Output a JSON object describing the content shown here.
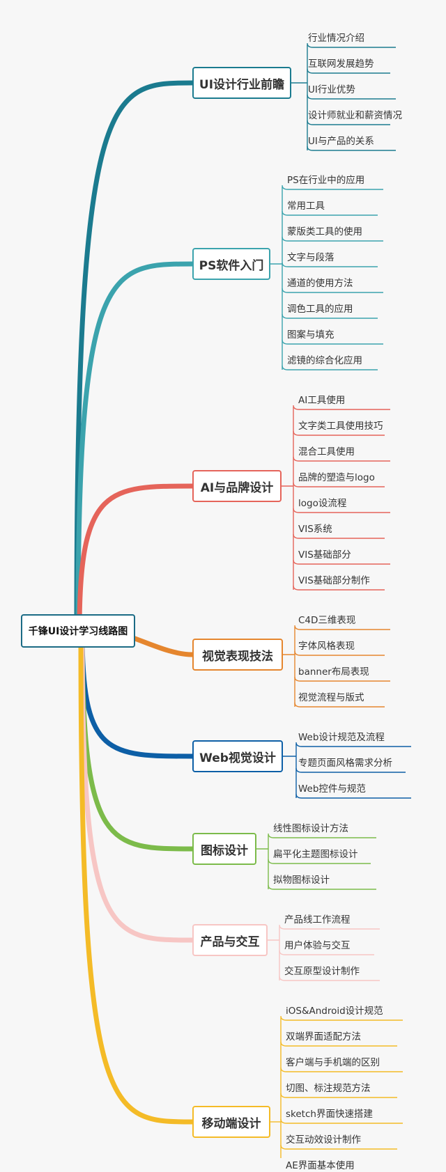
{
  "root": {
    "label": "千锋UI设计学习线路图",
    "color": "#1b6b85"
  },
  "branches": [
    {
      "label": "UI设计行业前瞻",
      "color": "#1b7b8f",
      "items": [
        "行业情况介绍",
        "互联网发展趋势",
        "UI行业优势",
        "设计师就业和薪资情况",
        "UI与产品的关系"
      ]
    },
    {
      "label": "PS软件入门",
      "color": "#3ba3ad",
      "items": [
        "PS在行业中的应用",
        "常用工具",
        "蒙版类工具的使用",
        "文字与段落",
        "通道的使用方法",
        "调色工具的应用",
        "图案与填充",
        "滤镜的综合化应用"
      ]
    },
    {
      "label": "AI与品牌设计",
      "color": "#e5645a",
      "items": [
        "AI工具使用",
        "文字类工具使用技巧",
        "混合工具使用",
        "品牌的塑造与logo",
        "logo设流程",
        "VIS系统",
        "VIS基础部分",
        "VIS基础部分制作"
      ]
    },
    {
      "label": "视觉表现技法",
      "color": "#e5862e",
      "items": [
        "C4D三维表现",
        "字体风格表现",
        "banner布局表现",
        "视觉流程与版式"
      ]
    },
    {
      "label": "Web视觉设计",
      "color": "#0d5fa6",
      "items": [
        "Web设计规范及流程",
        "专题页面风格需求分析",
        "Web控件与规范"
      ]
    },
    {
      "label": "图标设计",
      "color": "#7cbb4a",
      "items": [
        "线性图标设计方法",
        "扁平化主题图标设计",
        "拟物图标设计"
      ]
    },
    {
      "label": "产品与交互",
      "color": "#f7c6c4",
      "items": [
        "产品线工作流程",
        "用户体验与交互",
        "交互原型设计制作"
      ]
    },
    {
      "label": "移动端设计",
      "color": "#f4bb27",
      "items": [
        "iOS&Android设计规范",
        "双端界面适配方法",
        "客户端与手机端的区别",
        "切图、标注规范方法",
        "sketch界面快速搭建",
        "交互动效设计制作",
        "AE界面基本使用"
      ]
    }
  ]
}
